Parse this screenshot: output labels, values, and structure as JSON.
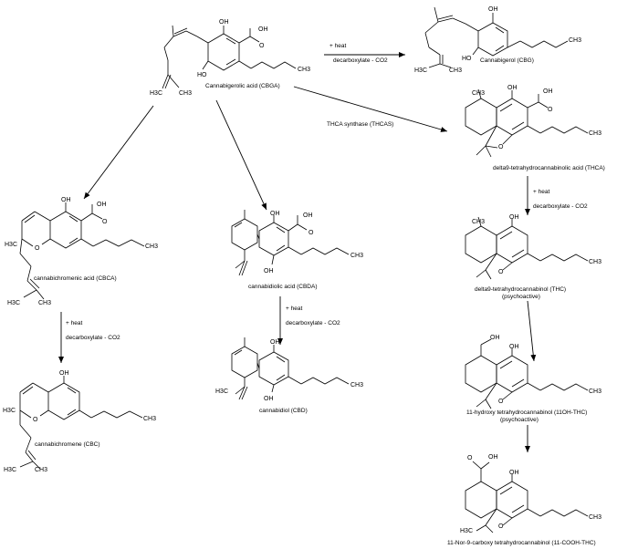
{
  "compounds": {
    "cbga": {
      "label": "Cannabigerolic acid (CBGA)"
    },
    "cbg": {
      "label": "Cannabigerol (CBG)"
    },
    "thca": {
      "label": "delta9-tetrahydrocannabinolic acid (THCA)"
    },
    "thc": {
      "label": "delta9-tetrahydrocannabinol (THC)",
      "note": "(psychoactive)"
    },
    "oh_thc": {
      "label": "11-hydroxy tetrahydrocannabinol (11OH-THC)",
      "note": "(psychoactive)"
    },
    "cooh_thc": {
      "label": "11-Nor-9-carboxy tetrahydrocannabinol (11-COOH-THC)"
    },
    "cbca": {
      "label": "cannabichromenic acid (CBCA)"
    },
    "cbc": {
      "label": "cannabichromene (CBC)"
    },
    "cbda": {
      "label": "cannabidiolic acid (CBDA)"
    },
    "cbd": {
      "label": "cannabidiol (CBD)"
    }
  },
  "reactions": {
    "cbga_to_cbg": {
      "line1": "+ heat",
      "line2": "decarboxylate - CO2"
    },
    "cbga_to_thca": {
      "line1": "THCA synthase (THCAS)"
    },
    "thca_to_thc": {
      "line1": "+ heat",
      "line2": "decarboxylate - CO2"
    },
    "cbca_to_cbc": {
      "line1": "+ heat",
      "line2": "decarboxylate - CO2"
    },
    "cbda_to_cbd": {
      "line1": "+ heat",
      "line2": "decarboxylate - CO2"
    }
  },
  "atoms": {
    "oh": "OH",
    "o": "O",
    "ch3": "CH3",
    "h3c": "H3C",
    "ho": "HO"
  }
}
